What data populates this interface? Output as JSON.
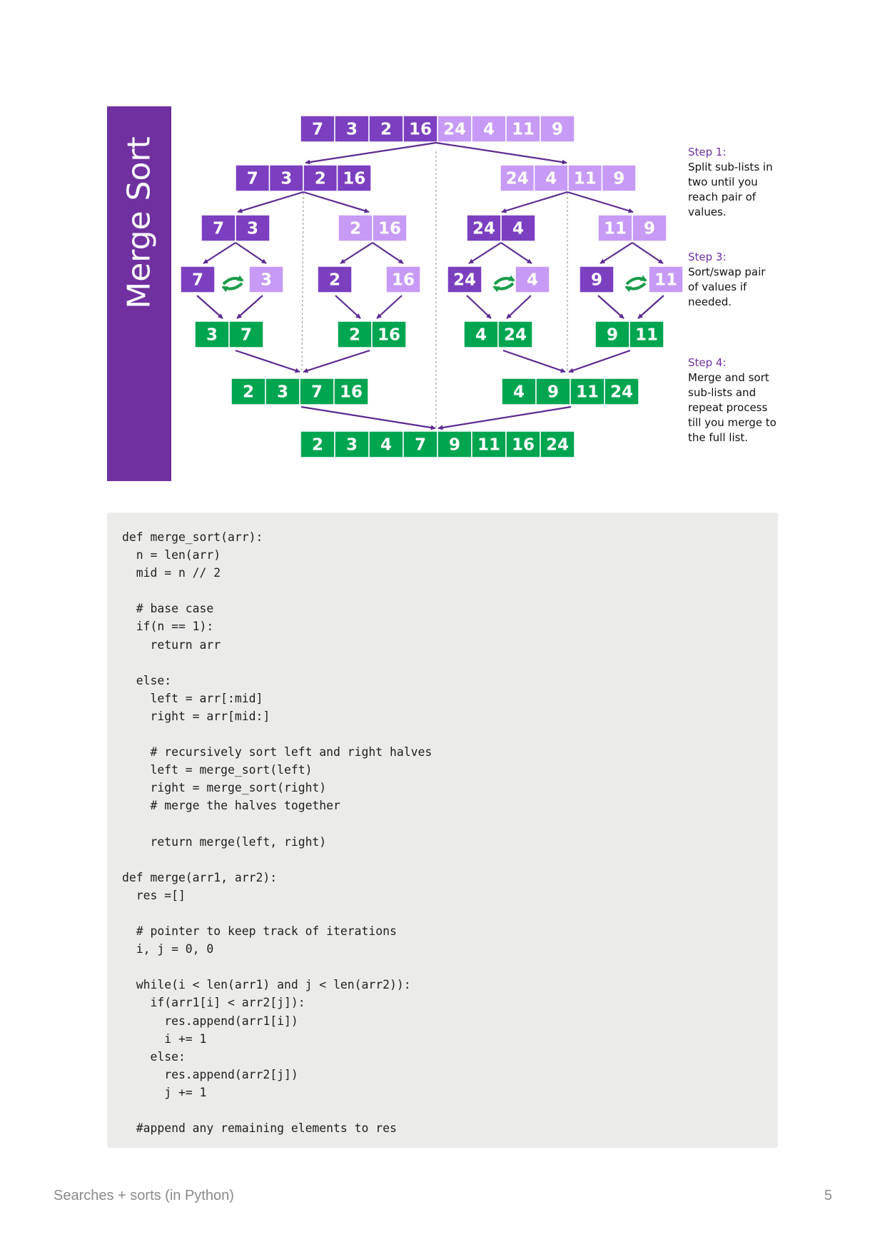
{
  "figure": {
    "title": "Merge Sort",
    "colors": {
      "dark_purple": "#7b3fc0",
      "light_purple": "#c79af5",
      "green": "#00a550",
      "banner": "#7030a0",
      "step_label": "#7030a0",
      "arrow_purple": "#5c2a91",
      "swap_arrow": "#1a9c4a"
    },
    "rows": [
      {
        "groups": [
          {
            "cells": [
              [
                "7",
                "d"
              ],
              [
                "3",
                "d"
              ],
              [
                "2",
                "d"
              ],
              [
                "16",
                "d"
              ],
              [
                "24",
                "l"
              ],
              [
                "4",
                "l"
              ],
              [
                "11",
                "l"
              ],
              [
                "9",
                "l"
              ]
            ]
          }
        ]
      },
      {
        "groups": [
          {
            "cells": [
              [
                "7",
                "d"
              ],
              [
                "3",
                "d"
              ],
              [
                "2",
                "d"
              ],
              [
                "16",
                "d"
              ]
            ]
          },
          {
            "cells": [
              [
                "24",
                "l"
              ],
              [
                "4",
                "l"
              ],
              [
                "11",
                "l"
              ],
              [
                "9",
                "l"
              ]
            ]
          }
        ]
      },
      {
        "groups": [
          {
            "cells": [
              [
                "7",
                "d"
              ],
              [
                "3",
                "d"
              ]
            ]
          },
          {
            "cells": [
              [
                "2",
                "l"
              ],
              [
                "16",
                "l"
              ]
            ]
          },
          {
            "cells": [
              [
                "24",
                "d"
              ],
              [
                "4",
                "d"
              ]
            ]
          },
          {
            "cells": [
              [
                "11",
                "l"
              ],
              [
                "9",
                "l"
              ]
            ]
          }
        ]
      },
      {
        "groups": [
          {
            "cells": [
              [
                "7",
                "d"
              ]
            ]
          },
          {
            "cells": [
              [
                "3",
                "l"
              ]
            ]
          },
          {
            "cells": [
              [
                "2",
                "d"
              ]
            ]
          },
          {
            "cells": [
              [
                "16",
                "l"
              ]
            ]
          },
          {
            "cells": [
              [
                "24",
                "d"
              ]
            ]
          },
          {
            "cells": [
              [
                "4",
                "l"
              ]
            ]
          },
          {
            "cells": [
              [
                "9",
                "d"
              ]
            ]
          },
          {
            "cells": [
              [
                "11",
                "l"
              ]
            ]
          }
        ]
      },
      {
        "groups": [
          {
            "cells": [
              [
                "3",
                "g"
              ],
              [
                "7",
                "g"
              ]
            ]
          },
          {
            "cells": [
              [
                "2",
                "g"
              ],
              [
                "16",
                "g"
              ]
            ]
          },
          {
            "cells": [
              [
                "4",
                "g"
              ],
              [
                "24",
                "g"
              ]
            ]
          },
          {
            "cells": [
              [
                "9",
                "g"
              ],
              [
                "11",
                "g"
              ]
            ]
          }
        ]
      },
      {
        "groups": [
          {
            "cells": [
              [
                "2",
                "g"
              ],
              [
                "3",
                "g"
              ],
              [
                "7",
                "g"
              ],
              [
                "16",
                "g"
              ]
            ]
          },
          {
            "cells": [
              [
                "4",
                "g"
              ],
              [
                "9",
                "g"
              ],
              [
                "11",
                "g"
              ],
              [
                "24",
                "g"
              ]
            ]
          }
        ]
      },
      {
        "groups": [
          {
            "cells": [
              [
                "2",
                "g"
              ],
              [
                "3",
                "g"
              ],
              [
                "4",
                "g"
              ],
              [
                "7",
                "g"
              ],
              [
                "9",
                "g"
              ],
              [
                "11",
                "g"
              ],
              [
                "16",
                "g"
              ],
              [
                "24",
                "g"
              ]
            ]
          }
        ]
      }
    ],
    "steps": [
      {
        "label": "Step 1:",
        "text": [
          "Split sub-lists in",
          "two until you",
          "reach pair of",
          "values."
        ]
      },
      {
        "label": "Step 3:",
        "text": [
          "Sort/swap pair",
          "of values if",
          "needed."
        ]
      },
      {
        "label": "Step 4:",
        "text": [
          "Merge and sort",
          "sub-lists and",
          "repeat process",
          "till you merge to",
          "the full list."
        ]
      }
    ]
  },
  "code": {
    "text": "def merge_sort(arr):\n  n = len(arr)\n  mid = n // 2\n\n  # base case\n  if(n == 1):\n    return arr\n\n  else:\n    left = arr[:mid]\n    right = arr[mid:]\n\n    # recursively sort left and right halves\n    left = merge_sort(left)\n    right = merge_sort(right)\n    # merge the halves together\n\n    return merge(left, right)\n\ndef merge(arr1, arr2):\n  res =[]\n\n  # pointer to keep track of iterations\n  i, j = 0, 0\n\n  while(i < len(arr1) and j < len(arr2)):\n    if(arr1[i] < arr2[j]):\n      res.append(arr1[i])\n      i += 1\n    else:\n      res.append(arr2[j])\n      j += 1\n\n  #append any remaining elements to res"
  },
  "footer": {
    "title": "Searches + sorts (in Python)",
    "page_number": "5"
  }
}
